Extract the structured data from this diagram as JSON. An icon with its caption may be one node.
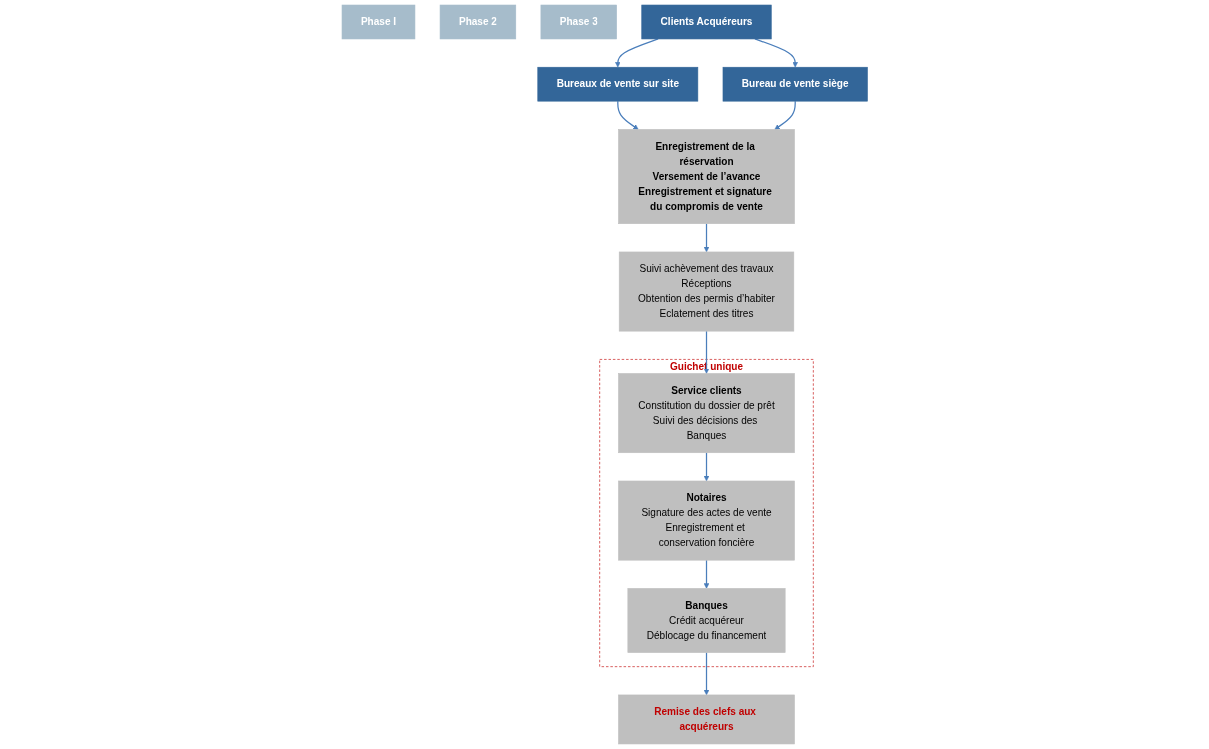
{
  "diagram": {
    "nodes": [
      {
        "text": [
          "Phase I"
        ]
      },
      {
        "text": [
          "Phase 2"
        ]
      },
      {
        "text": [
          "Phase 3"
        ]
      },
      {
        "text": [
          "Clients Acquéreurs"
        ]
      },
      {
        "text": [
          "Bureaux de vente sur site"
        ]
      },
      {
        "text": [
          "Bureau de vente siège"
        ]
      },
      {
        "text": [
          "Enregistrement de la réservation",
          "Versement de l’avance",
          "Enregistrement et signature du compromis de vente"
        ]
      },
      {
        "text": [
          "Suivi achèvement des travaux",
          "Réceptions",
          "Obtention des permis d’habiter",
          "Eclatement des titres"
        ]
      },
      {
        "text": [
          "Guichet unique"
        ]
      },
      {
        "text": [
          "Service clients",
          "Constitution du dossier de prêt",
          "Suivi des décisions des Banques"
        ],
        "in": 8
      },
      {
        "text": [
          "Notaires",
          "Signature des actes de vente",
          "Enregistrement et conservation foncière"
        ],
        "in": 8
      },
      {
        "text": [
          "Banques",
          "Crédit acquéreur",
          "Déblocage du financement"
        ],
        "in": 8
      },
      {
        "text": [
          "Remise des clefs aux acquéreurs"
        ]
      }
    ],
    "edges": [
      {
        "from": 3,
        "to": 4,
        "arrow": "to"
      },
      {
        "from": 3,
        "to": 5,
        "arrow": "to"
      },
      {
        "from": 4,
        "to": 6,
        "arrow": "to"
      },
      {
        "from": 5,
        "to": 6,
        "arrow": "to"
      },
      {
        "from": 6,
        "to": 7,
        "arrow": "to"
      },
      {
        "from": 7,
        "to": 9,
        "arrow": "to"
      },
      {
        "from": 9,
        "to": 10,
        "arrow": "to"
      },
      {
        "from": 10,
        "to": 11,
        "arrow": "to"
      },
      {
        "from": 11,
        "to": 12,
        "arrow": "to"
      }
    ]
  }
}
